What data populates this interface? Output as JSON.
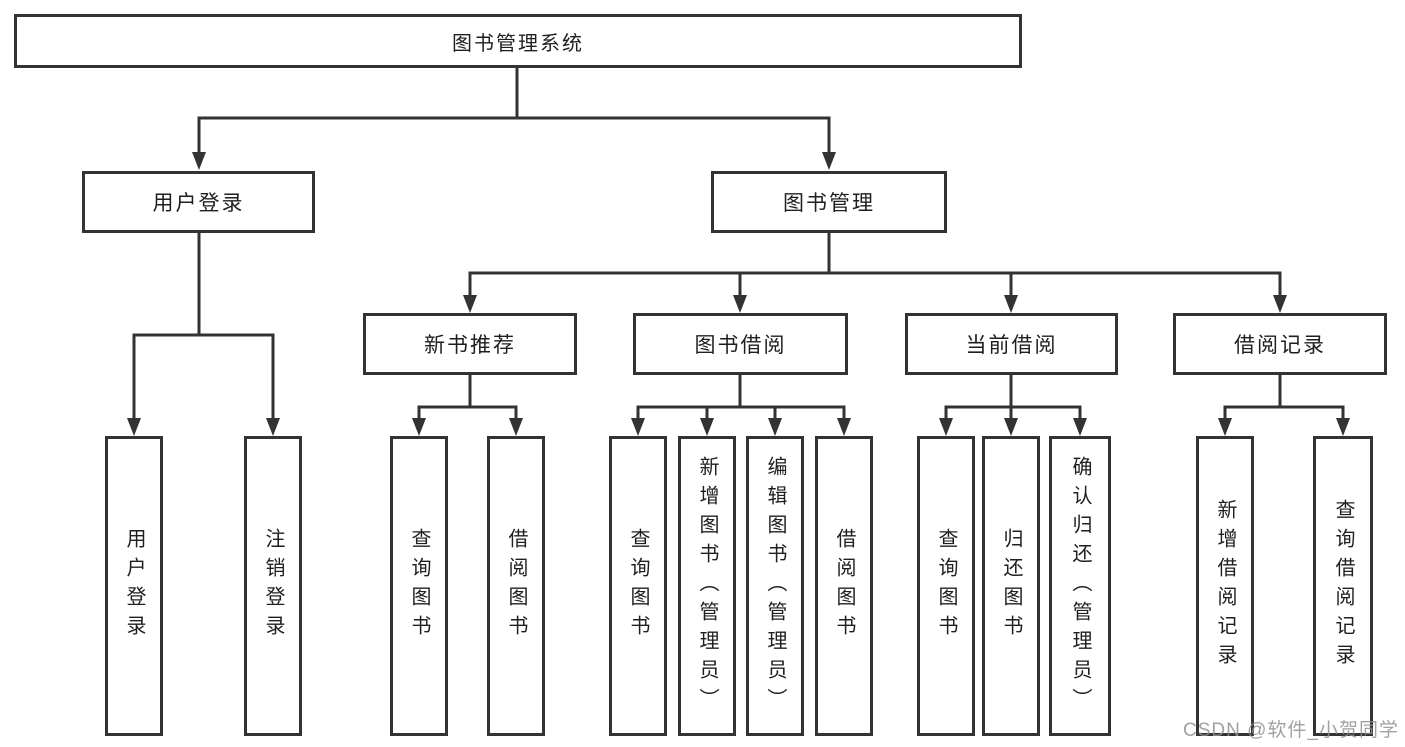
{
  "tree": {
    "label": "图书管理系统",
    "children": [
      {
        "label": "用户登录",
        "children": [
          {
            "label": "用户登录"
          },
          {
            "label": "注销登录"
          }
        ]
      },
      {
        "label": "图书管理",
        "children": [
          {
            "label": "新书推荐",
            "children": [
              {
                "label": "查询图书"
              },
              {
                "label": "借阅图书"
              }
            ]
          },
          {
            "label": "图书借阅",
            "children": [
              {
                "label": "查询图书"
              },
              {
                "label": "新增图书（管理员）"
              },
              {
                "label": "编辑图书（管理员）"
              },
              {
                "label": "借阅图书"
              }
            ]
          },
          {
            "label": "当前借阅",
            "children": [
              {
                "label": "查询图书"
              },
              {
                "label": "归还图书"
              },
              {
                "label": "确认归还（管理员）"
              }
            ]
          },
          {
            "label": "借阅记录",
            "children": [
              {
                "label": "新增借阅记录"
              },
              {
                "label": "查询借阅记录"
              }
            ]
          }
        ]
      }
    ]
  },
  "watermark": "CSDN @软件_小贺同学",
  "colors": {
    "line": "#333333",
    "text": "#1f1f1f",
    "watermark": "#919191",
    "background": "#ffffff"
  }
}
